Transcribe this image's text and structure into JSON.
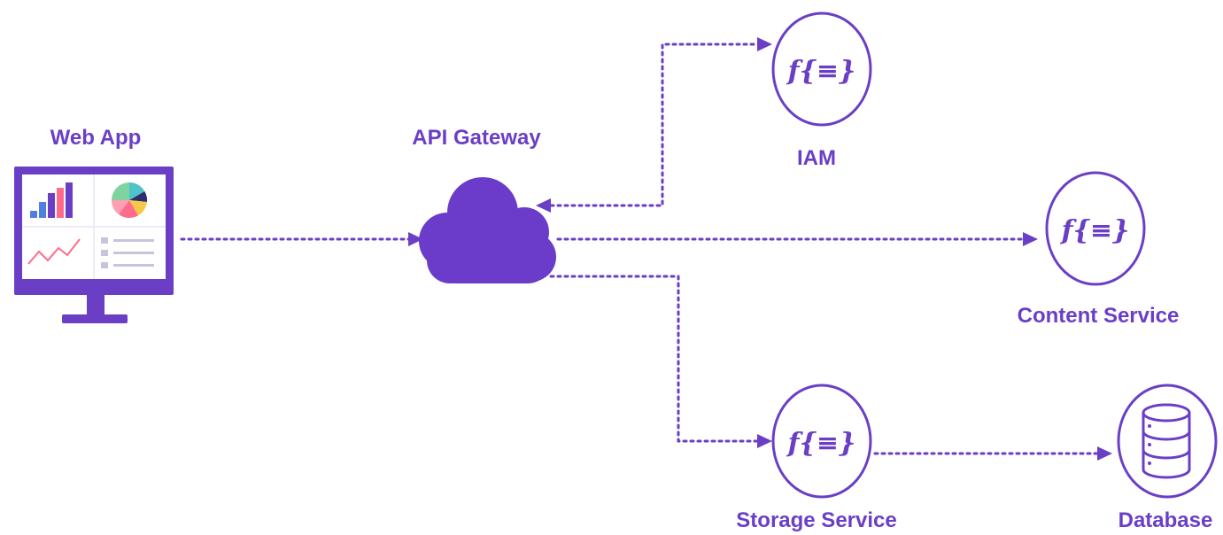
{
  "colors": {
    "accent": "#6a3fc6",
    "cloud": "#6b3cc9",
    "background": "#ffffff"
  },
  "nodes": {
    "web_app": {
      "label": "Web App",
      "icon": "monitor-dashboard-icon"
    },
    "api_gateway": {
      "label": "API Gateway",
      "icon": "cloud-icon"
    },
    "iam": {
      "label": "IAM",
      "icon": "function-icon"
    },
    "content_service": {
      "label": "Content Service",
      "icon": "function-icon"
    },
    "storage_service": {
      "label": "Storage Service",
      "icon": "function-icon"
    },
    "database": {
      "label": "Database",
      "icon": "database-icon"
    }
  },
  "connections": [
    {
      "from": "Web App",
      "to": "API Gateway",
      "style": "dotted",
      "direction": "one-way"
    },
    {
      "from": "API Gateway",
      "to": "IAM",
      "style": "dotted",
      "direction": "two-way"
    },
    {
      "from": "API Gateway",
      "to": "Content Service",
      "style": "dotted",
      "direction": "one-way"
    },
    {
      "from": "API Gateway",
      "to": "Storage Service",
      "style": "dotted",
      "direction": "one-way"
    },
    {
      "from": "Storage Service",
      "to": "Database",
      "style": "dotted",
      "direction": "one-way"
    }
  ]
}
